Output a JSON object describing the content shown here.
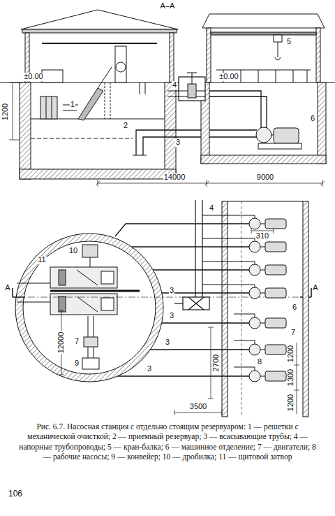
{
  "diagram": {
    "caption": "Рис. 6.7. Насосная станция с отдельно стоящим резервуаром: 1 — решетки с механической очисткой; 2 — приемный резервуар; 3 — всасывающие трубы; 4 — напорные трубопроводы; 5 — кран-балка; 6 — машинное отделение; 7 — двигатели; 8 — рабочие насосы; 9 — конвейер; 10 — дробилка; 11 — щитовой затвор",
    "labels": [
      "А–А",
      "±0.00",
      "±0.00",
      "1",
      "2",
      "3",
      "4",
      "5",
      "6",
      "1200",
      "14000",
      "9000",
      "4",
      "10",
      "11",
      "А",
      "12000",
      "7",
      "9",
      "3",
      "3",
      "3",
      "310",
      "6",
      "А",
      "8",
      "7",
      "2700",
      "3500",
      "1200",
      "1300",
      "1200",
      "3",
      "106"
    ]
  }
}
